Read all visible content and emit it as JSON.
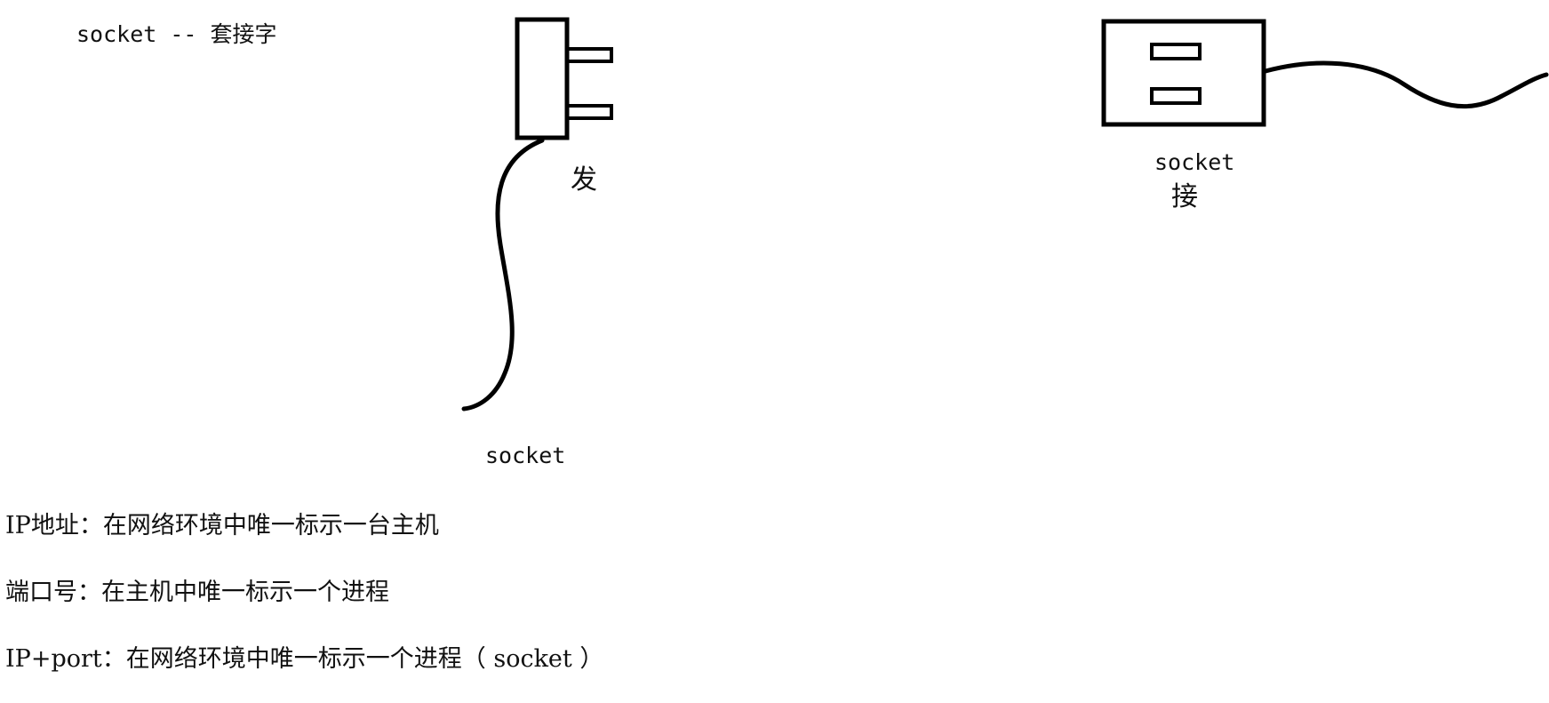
{
  "title": "socket -- 套接字",
  "plug": {
    "send_label": "发",
    "socket_label": "socket"
  },
  "outlet": {
    "socket_label": "socket",
    "receive_label": "接"
  },
  "definitions": [
    "IP地址：在网络环境中唯一标示一台主机",
    "端口号：在主机中唯一标示一个进程",
    "IP+port：在网络环境中唯一标示一个进程（ socket ）"
  ],
  "colors": {
    "stroke": "#000000",
    "text": "#111111",
    "background": "#ffffff"
  }
}
